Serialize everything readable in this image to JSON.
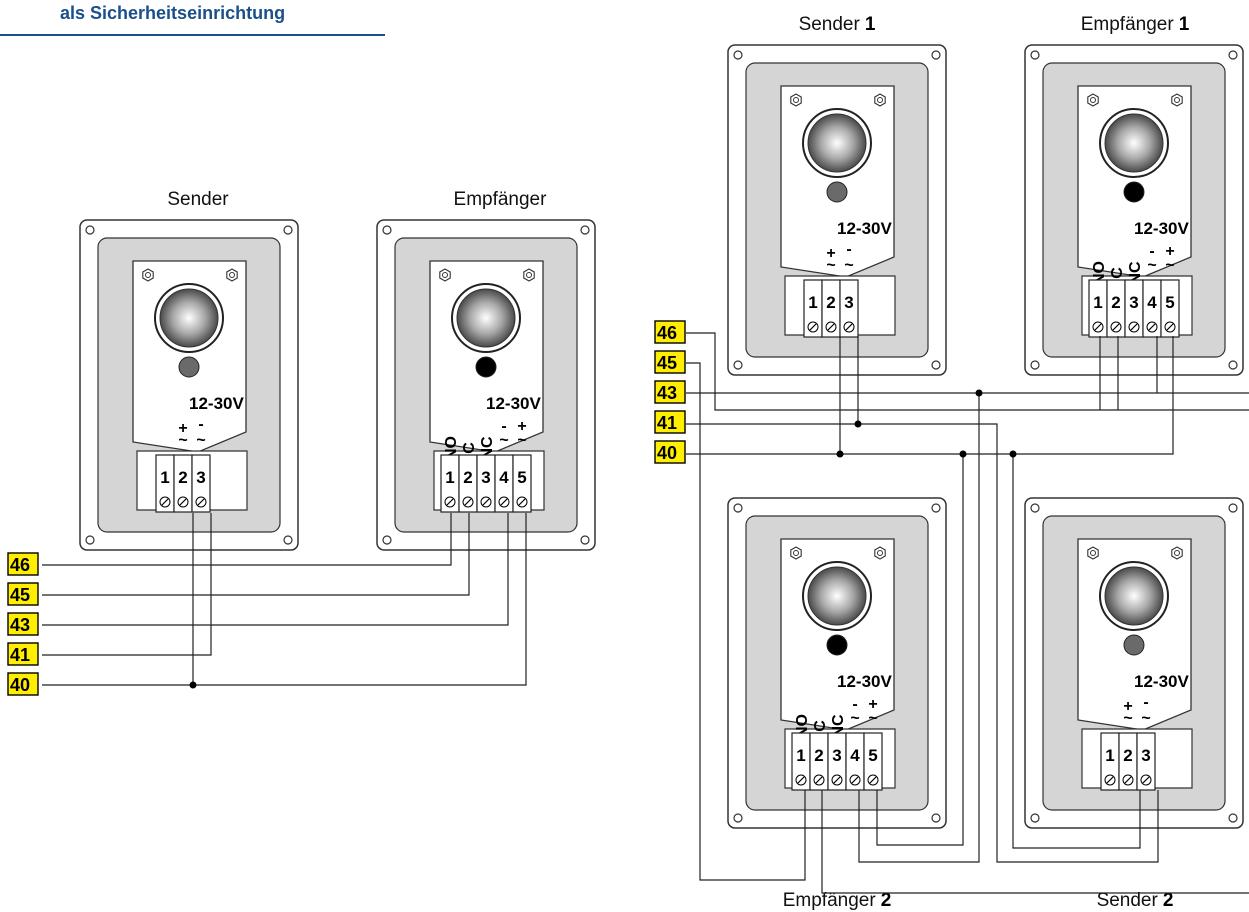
{
  "header": {
    "title": "als Sicherheitseinrichtung"
  },
  "devices": {
    "left_sender": {
      "label": "Sender"
    },
    "left_receiver": {
      "label": "Empfänger"
    },
    "sender1": {
      "label": "Sender",
      "num": "1"
    },
    "receiver1": {
      "label": "Empfänger",
      "num": "1"
    },
    "receiver2": {
      "label": "Empfänger",
      "num": "2"
    },
    "sender2": {
      "label": "Sender",
      "num": "2"
    }
  },
  "voltage": "12-30V",
  "sender_terminals": [
    "1",
    "2",
    "3"
  ],
  "receiver_terminals": [
    "1",
    "2",
    "3",
    "4",
    "5"
  ],
  "sender_pins": [
    "+",
    "-"
  ],
  "sender_pins_ac": [
    "~",
    "~"
  ],
  "receiver_pins": [
    "NO",
    "C",
    "NC",
    "-",
    "+"
  ],
  "receiver_pins_ac": [
    "~",
    "~"
  ],
  "terminals": [
    "46",
    "45",
    "43",
    "41",
    "40"
  ],
  "colors": {
    "terminal_fill": "#ffee00",
    "header": "#1a4f8b"
  }
}
